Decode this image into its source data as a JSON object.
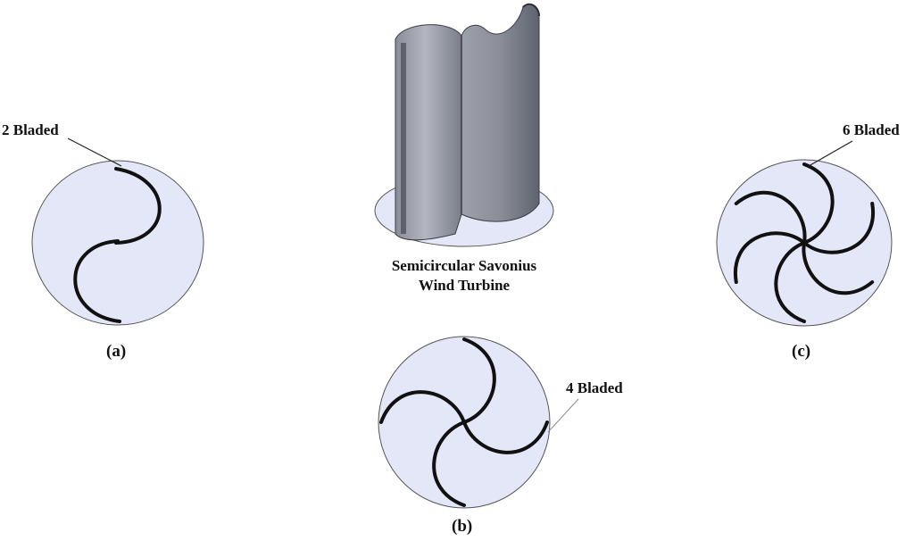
{
  "diagram": {
    "callouts": {
      "two_blade": "2 Bladed",
      "four_blade": "4 Bladed",
      "six_blade": "6 Bladed"
    },
    "sublabels": {
      "a": "(a)",
      "b": "(b)",
      "c": "(c)"
    },
    "turbine_caption": {
      "line1": "Semicircular Savonius",
      "line2": "Wind Turbine"
    },
    "rotors": [
      {
        "id": "a",
        "blade_count": 2
      },
      {
        "id": "b",
        "blade_count": 4
      },
      {
        "id": "c",
        "blade_count": 6
      }
    ],
    "colors": {
      "disc_fill": "#e4e7f7",
      "disc_stroke": "#555555",
      "blade": "#111111",
      "turbine_blade_light": "#a7aab5",
      "turbine_blade_dark": "#6c707b",
      "leader_line": "#222222"
    }
  }
}
